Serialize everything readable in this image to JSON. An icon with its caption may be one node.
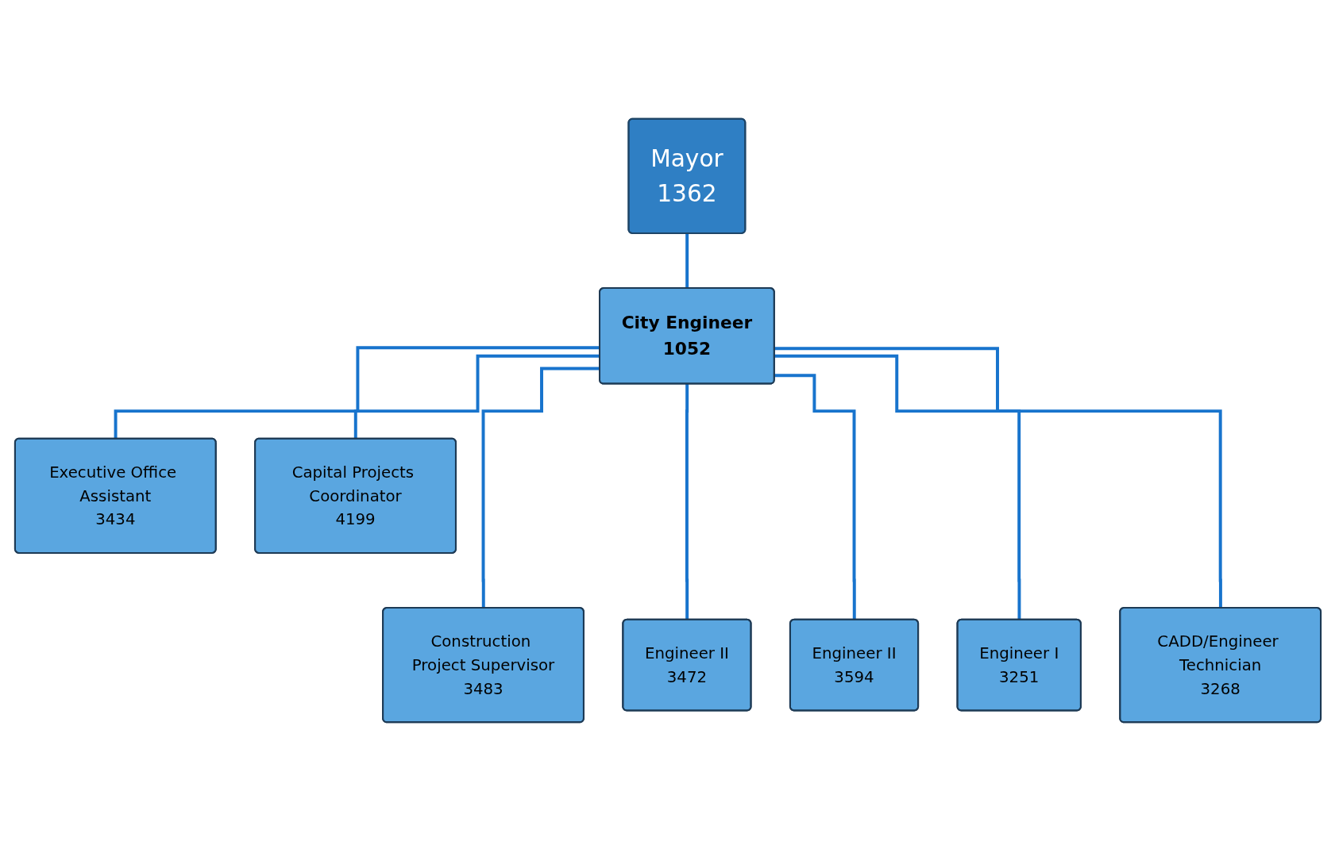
{
  "diagram": {
    "nodes": [
      {
        "text": [
          "Mayor",
          "1362"
        ]
      },
      {
        "text": [
          "City Engineer",
          "1052"
        ]
      },
      {
        "text": [
          "Executive Office Assistant",
          "3434"
        ]
      },
      {
        "text": [
          "Capital Projects Coordinator",
          "4199"
        ]
      },
      {
        "text": [
          "Construction Project Supervisor",
          "3483"
        ]
      },
      {
        "text": [
          "Engineer II",
          "3472"
        ]
      },
      {
        "text": [
          "Engineer II",
          "3594"
        ]
      },
      {
        "text": [
          "Engineer I",
          "3251"
        ]
      },
      {
        "text": [
          "CADD/Engineer Technician",
          "3268"
        ]
      }
    ],
    "edges": [
      {
        "from": 0,
        "to": 1,
        "arrow": "none"
      },
      {
        "from": 1,
        "to": 2,
        "arrow": "none"
      },
      {
        "from": 1,
        "to": 3,
        "arrow": "none"
      },
      {
        "from": 1,
        "to": 4,
        "arrow": "none"
      },
      {
        "from": 1,
        "to": 5,
        "arrow": "none"
      },
      {
        "from": 1,
        "to": 6,
        "arrow": "none"
      },
      {
        "from": 1,
        "to": 7,
        "arrow": "none"
      },
      {
        "from": 1,
        "to": 8,
        "arrow": "none"
      }
    ]
  }
}
